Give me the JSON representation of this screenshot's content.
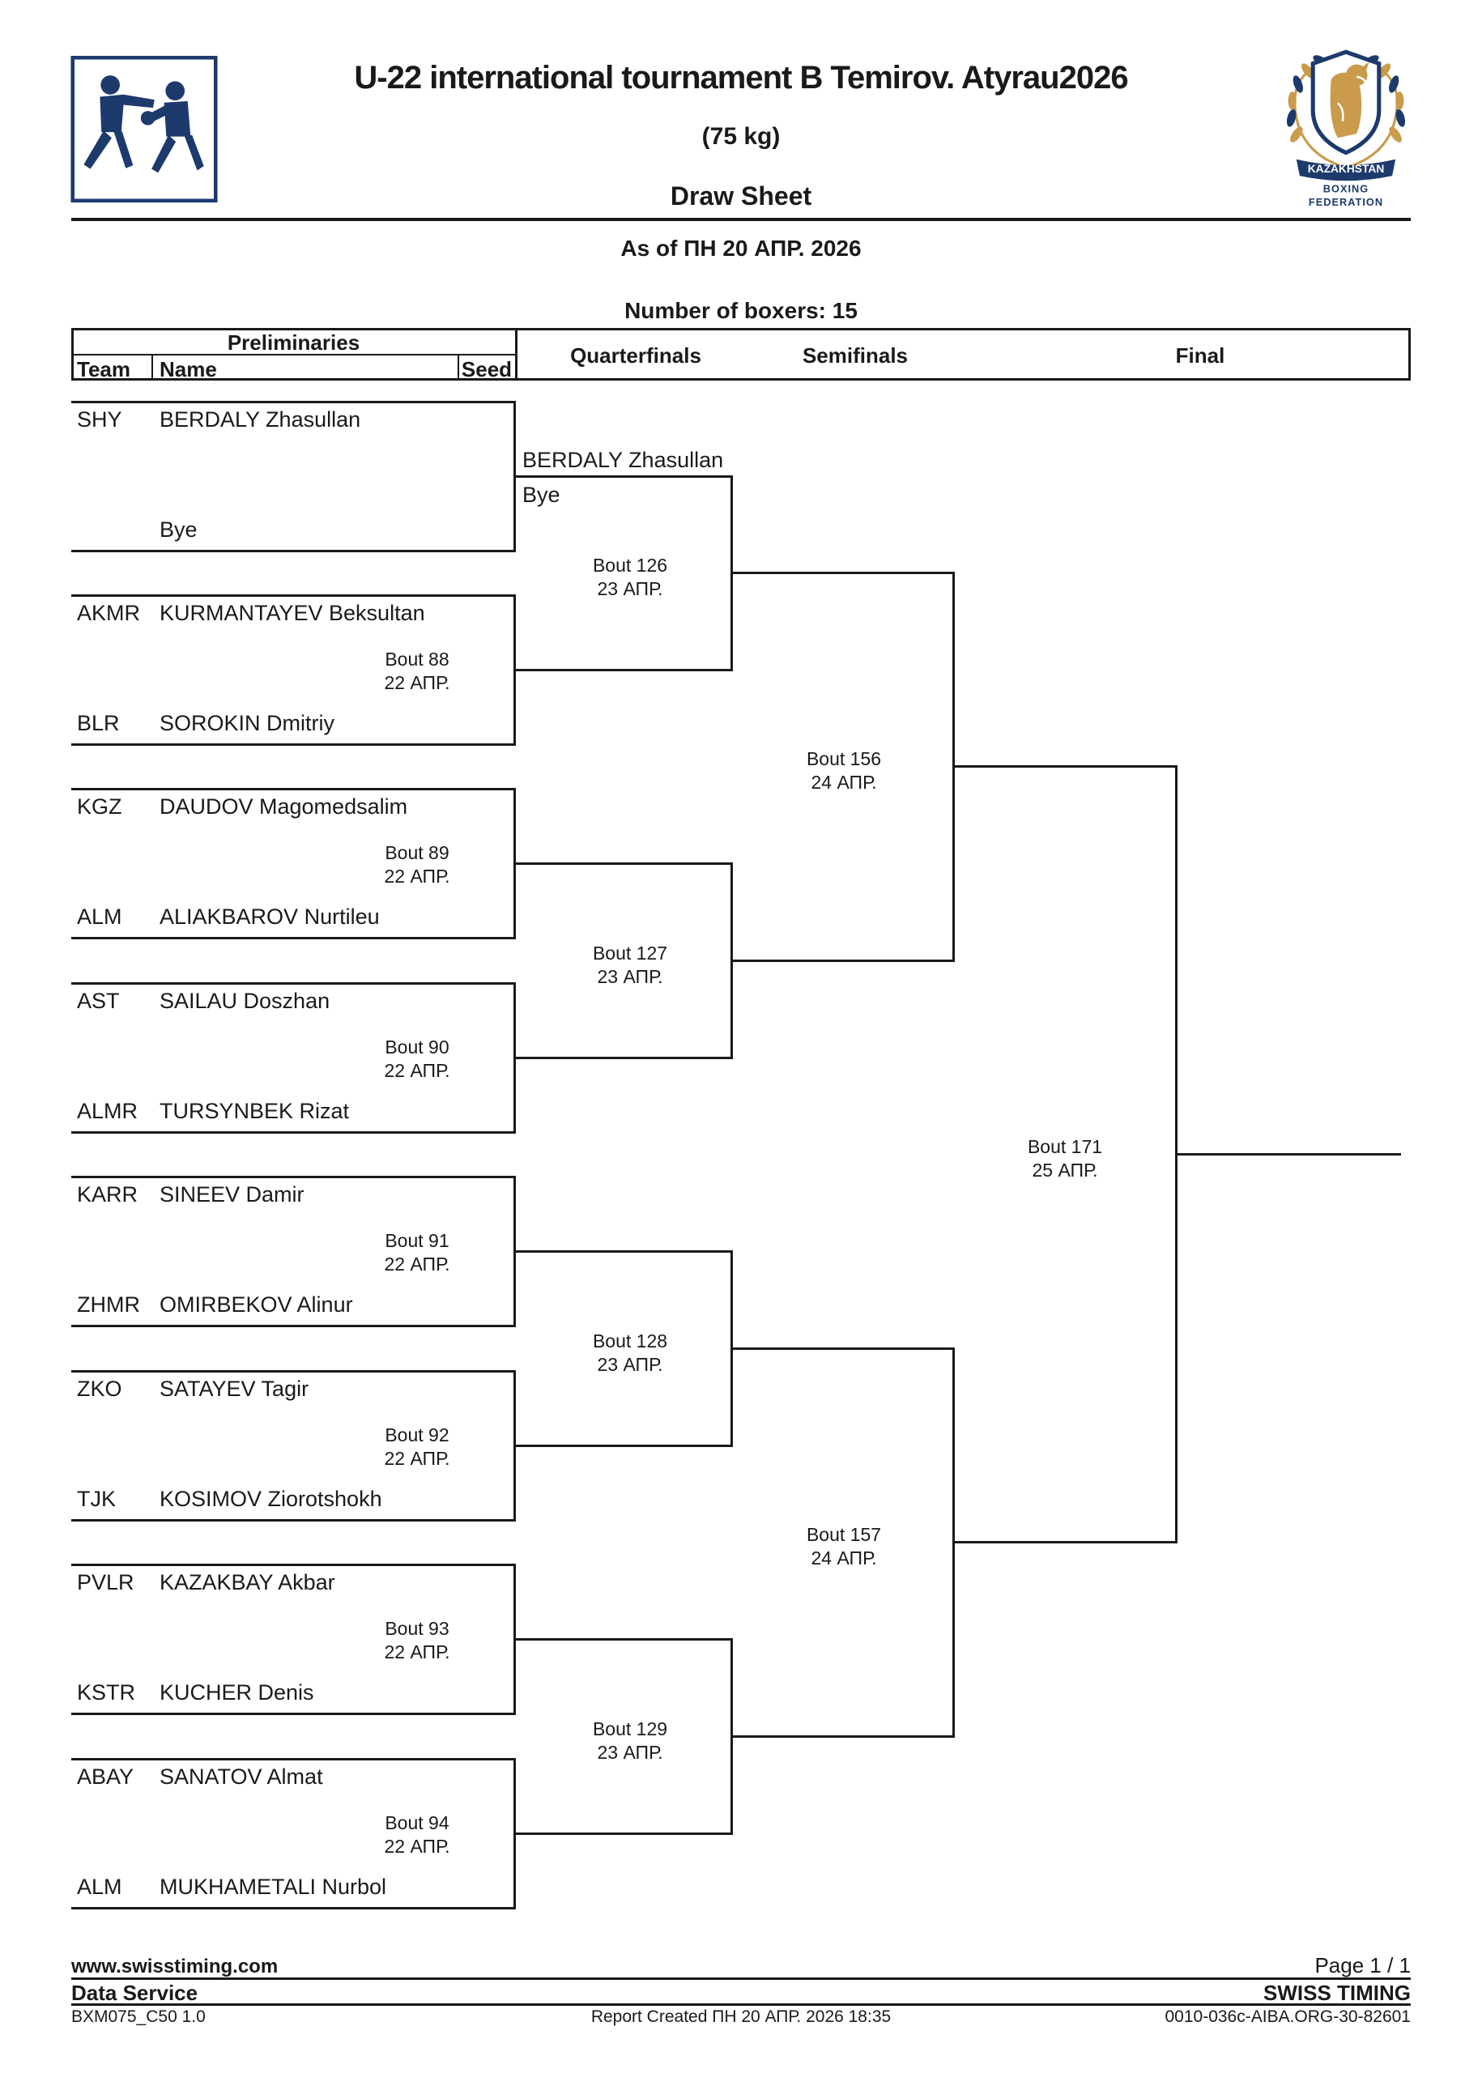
{
  "header": {
    "title": "U-22 international tournament B Temirov. Atyrau2026",
    "weight_category": "(75 kg)",
    "sheet_type": "Draw Sheet",
    "as_of": "As of ПН 20 АПР. 2026",
    "boxer_count": "Number of boxers: 15"
  },
  "table_header": {
    "preliminaries": "Preliminaries",
    "team": "Team",
    "name": "Name",
    "seed": "Seed",
    "quarterfinals": "Quarterfinals",
    "semifinals": "Semifinals",
    "final": "Final"
  },
  "preliminaries": [
    {
      "team1": "SHY",
      "boxer1": "BERDALY Zhasullan",
      "team2": "",
      "boxer2": "Bye",
      "bout": "",
      "date": "",
      "winner": "BERDALY Zhasullan",
      "winner_note": "Bye"
    },
    {
      "team1": "AKMR",
      "boxer1": "KURMANTAYEV Beksultan",
      "team2": "BLR",
      "boxer2": "SOROKIN Dmitriy",
      "bout": "Bout 88",
      "date": "22 АПР."
    },
    {
      "team1": "KGZ",
      "boxer1": "DAUDOV Magomedsalim",
      "team2": "ALM",
      "boxer2": "ALIAKBAROV Nurtileu",
      "bout": "Bout 89",
      "date": "22 АПР."
    },
    {
      "team1": "AST",
      "boxer1": "SAILAU Doszhan",
      "team2": "ALMR",
      "boxer2": "TURSYNBEK Rizat",
      "bout": "Bout 90",
      "date": "22 АПР."
    },
    {
      "team1": "KARR",
      "boxer1": "SINEEV Damir",
      "team2": "ZHMR",
      "boxer2": "OMIRBEKOV Alinur",
      "bout": "Bout 91",
      "date": "22 АПР."
    },
    {
      "team1": "ZKO",
      "boxer1": "SATAYEV Tagir",
      "team2": "TJK",
      "boxer2": "KOSIMOV Ziorotshokh",
      "bout": "Bout 92",
      "date": "22 АПР."
    },
    {
      "team1": "PVLR",
      "boxer1": "KAZAKBAY Akbar",
      "team2": "KSTR",
      "boxer2": "KUCHER Denis",
      "bout": "Bout 93",
      "date": "22 АПР."
    },
    {
      "team1": "ABAY",
      "boxer1": "SANATOV Almat",
      "team2": "ALM",
      "boxer2": "MUKHAMETALI Nurbol",
      "bout": "Bout 94",
      "date": "22 АПР."
    }
  ],
  "quarterfinals": [
    {
      "bout": "Bout 126",
      "date": "23 АПР."
    },
    {
      "bout": "Bout 127",
      "date": "23 АПР."
    },
    {
      "bout": "Bout 128",
      "date": "23 АПР."
    },
    {
      "bout": "Bout 129",
      "date": "23 АПР."
    }
  ],
  "semifinals": [
    {
      "bout": "Bout 156",
      "date": "24 АПР."
    },
    {
      "bout": "Bout 157",
      "date": "24 АПР."
    }
  ],
  "final": {
    "bout": "Bout 171",
    "date": "25 АПР."
  },
  "logos": {
    "kbf_banner": "KAZAKHSTAN",
    "kbf_line1": "BOXING",
    "kbf_line2": "FEDERATION"
  },
  "footer": {
    "website": "www.swisstiming.com",
    "page": "Page 1 / 1",
    "service": "Data Service",
    "vendor": "SWISS TIMING",
    "report_code": "BXM075_C50 1.0",
    "created": "Report Created  ПН 20 АПР. 2026 18:35",
    "doc_code": "0010-036c-AIBA.ORG-30-82601"
  }
}
